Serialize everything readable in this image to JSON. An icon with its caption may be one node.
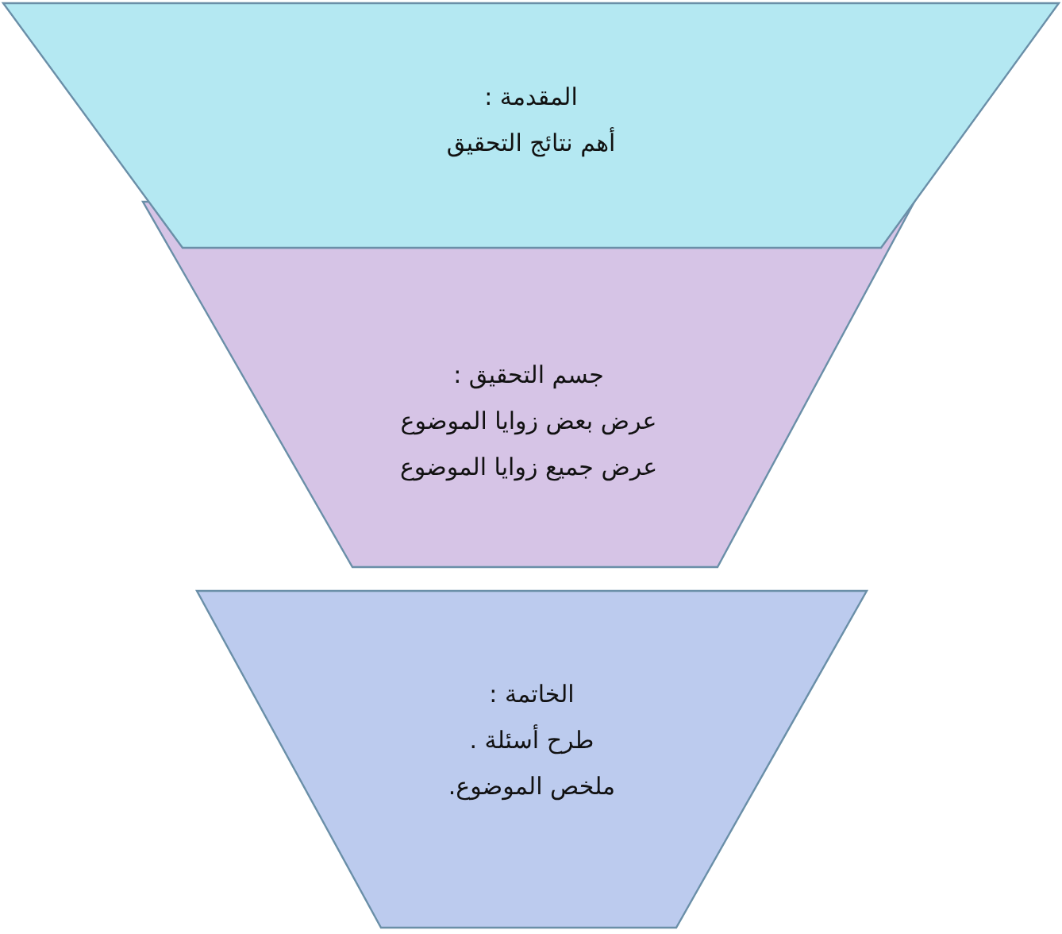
{
  "diagram": {
    "nodes": [
      {
        "text": [
          "المقدمة :",
          "أهم نتائج التحقيق"
        ]
      },
      {
        "text": [
          "جسم التحقيق :",
          "عرض بعض زوايا الموضوع",
          "عرض جميع زوايا الموضوع"
        ]
      },
      {
        "text": [
          "الخاتمة :",
          "طرح أسئلة .",
          "ملخص الموضوع."
        ]
      }
    ]
  }
}
